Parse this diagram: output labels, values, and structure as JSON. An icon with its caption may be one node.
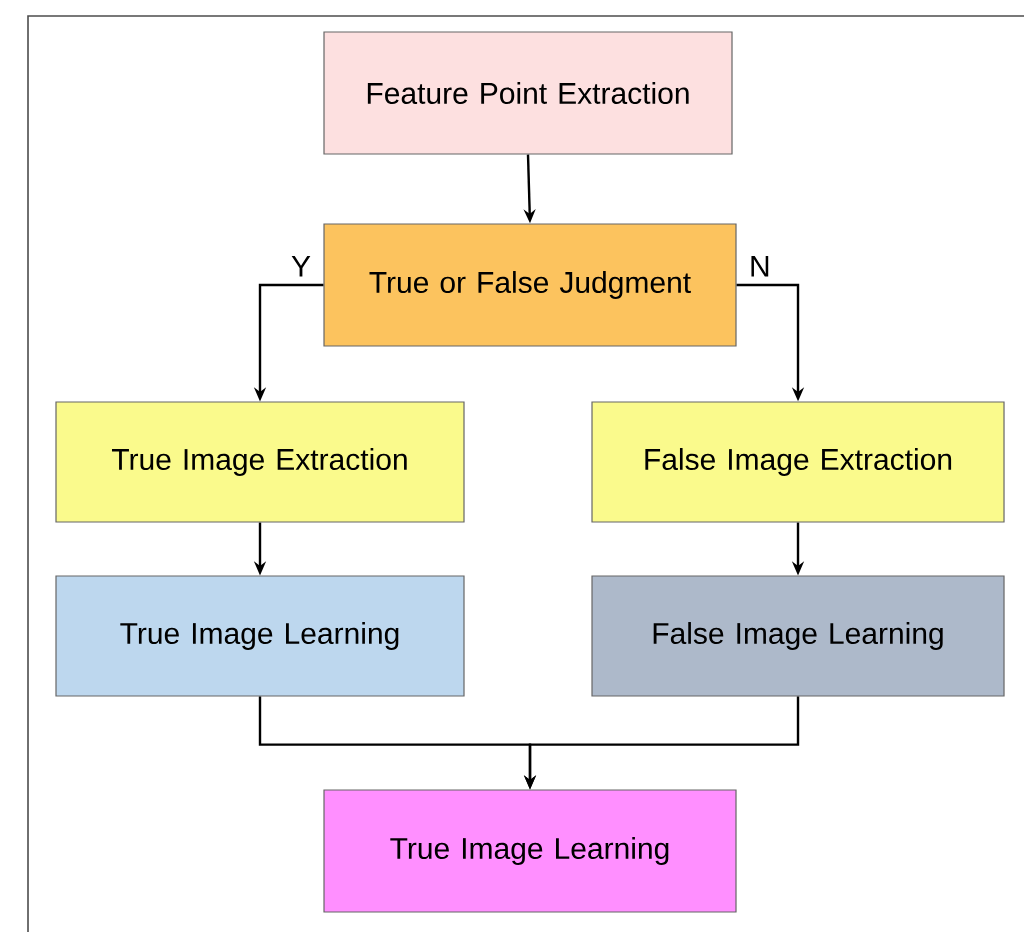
{
  "diagram": {
    "nodes": [
      {
        "text": [
          "Feature Point Extraction"
        ]
      },
      {
        "text": [
          "True or False Judgment"
        ]
      },
      {
        "text": [
          "True Image Extraction"
        ]
      },
      {
        "text": [
          "False Image Extraction"
        ]
      },
      {
        "text": [
          "True Image Learning"
        ]
      },
      {
        "text": [
          "False Image Learning"
        ]
      },
      {
        "text": [
          "True Image Learning"
        ]
      }
    ],
    "edges": [
      {
        "from": 0,
        "to": 1,
        "arrow": "to"
      },
      {
        "from": 1,
        "to": 2,
        "arrow": "to",
        "label": "Y"
      },
      {
        "from": 1,
        "to": 3,
        "arrow": "to",
        "label": "N"
      },
      {
        "from": 2,
        "to": 4,
        "arrow": "to"
      },
      {
        "from": 3,
        "to": 5,
        "arrow": "to"
      },
      {
        "from": 4,
        "to": 6,
        "arrow": "to"
      },
      {
        "from": 5,
        "to": 6,
        "arrow": "to"
      }
    ]
  }
}
